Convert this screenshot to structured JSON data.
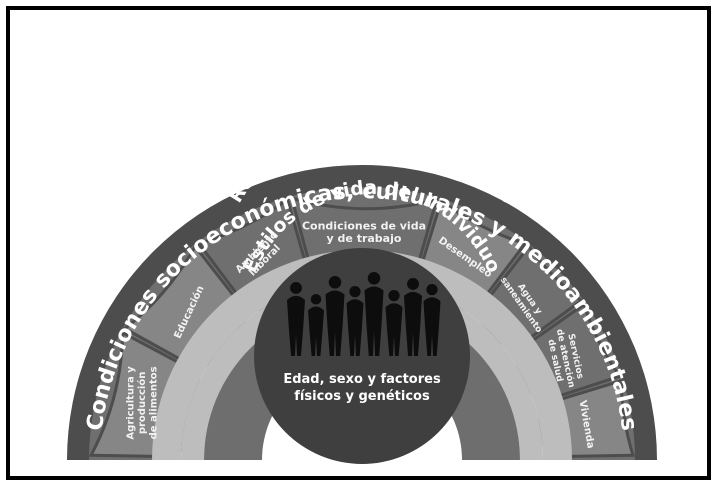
{
  "outer_ring": {
    "label": "Condiciones socioeconómicas, culturales y medioambientales"
  },
  "sectors": {
    "agricultura": [
      "Agricultura y",
      "producción",
      "de alimentos"
    ],
    "educacion": [
      "Educación"
    ],
    "ambiente": [
      "Ambiente",
      "laboral"
    ],
    "condiciones": [
      "Condiciones de vida",
      "y de trabajo"
    ],
    "desempleo": [
      "Desempleo"
    ],
    "agua": [
      "Agua y",
      "saneamiento"
    ],
    "servicios": [
      "Servicios",
      "de atención",
      "de salud"
    ],
    "vivienda": [
      "Vivienda"
    ]
  },
  "redes": {
    "label": "Redes sociales y comunitarias"
  },
  "estilos": {
    "label": "Estilos de vida del individuo"
  },
  "core": {
    "line1": "Edad, sexo y factores",
    "line2": "físicos y genéticos"
  },
  "icons": {
    "arrows": "double-arrow-icon",
    "people": "people-silhouettes-icon"
  }
}
